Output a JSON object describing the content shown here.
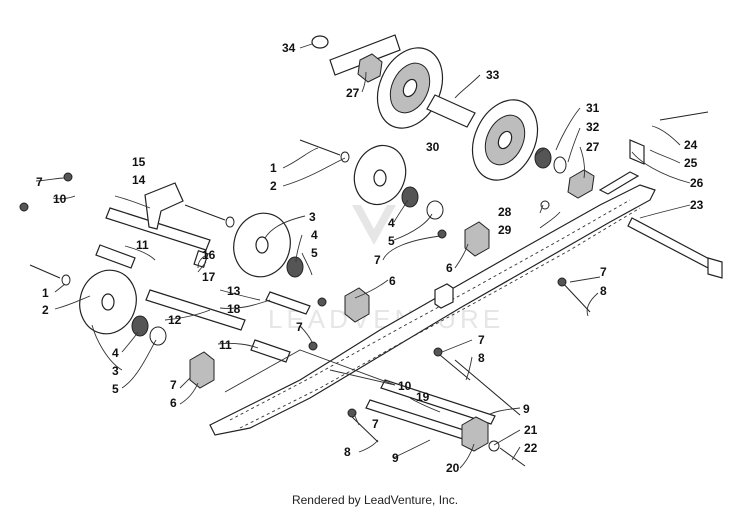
{
  "watermark": "LEADVENTURE",
  "footer": "Rendered by LeadVenture, Inc.",
  "callouts": [
    "1",
    "2",
    "3",
    "4",
    "5",
    "6",
    "7",
    "8",
    "9",
    "10",
    "11",
    "12",
    "13",
    "14",
    "15",
    "16",
    "17",
    "18",
    "19",
    "20",
    "21",
    "22",
    "23",
    "24",
    "25",
    "26",
    "27",
    "28",
    "29",
    "30",
    "31",
    "32",
    "33",
    "34"
  ]
}
